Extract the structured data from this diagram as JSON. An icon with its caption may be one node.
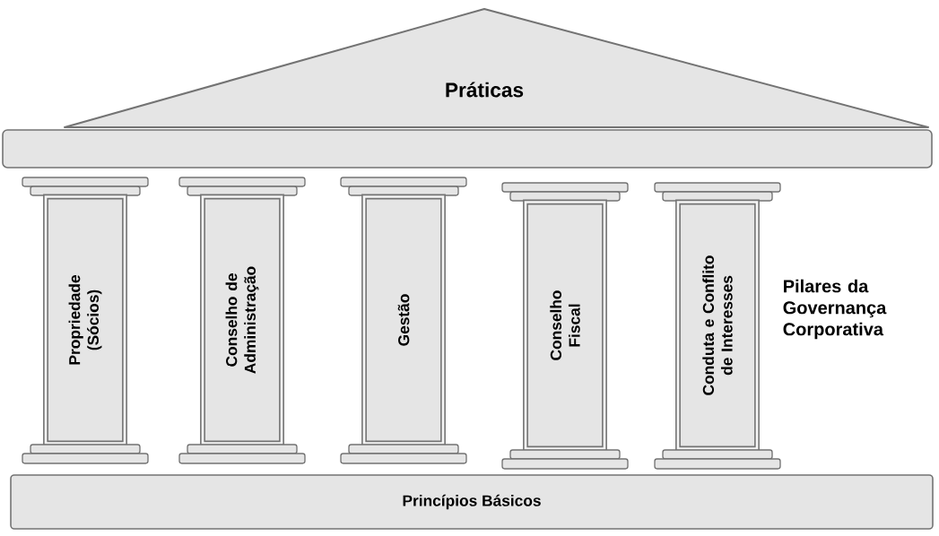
{
  "diagram": {
    "nodes": [
      {
        "text": [
          "Práticas"
        ]
      },
      {
        "text": [],
        "shape": "bar"
      },
      {
        "text": [
          "Propriedade (Sócios)"
        ]
      },
      {
        "text": [
          "Conselho de Administração"
        ]
      },
      {
        "text": [
          "Gestão"
        ]
      },
      {
        "text": [
          "Conselho Fiscal"
        ]
      },
      {
        "text": [
          "Conduta e Conflito de Interesses"
        ]
      },
      {
        "text": [
          "Princípios Básicos"
        ]
      }
    ],
    "labels": [
      "Pilares da Governança Corporativa"
    ]
  }
}
